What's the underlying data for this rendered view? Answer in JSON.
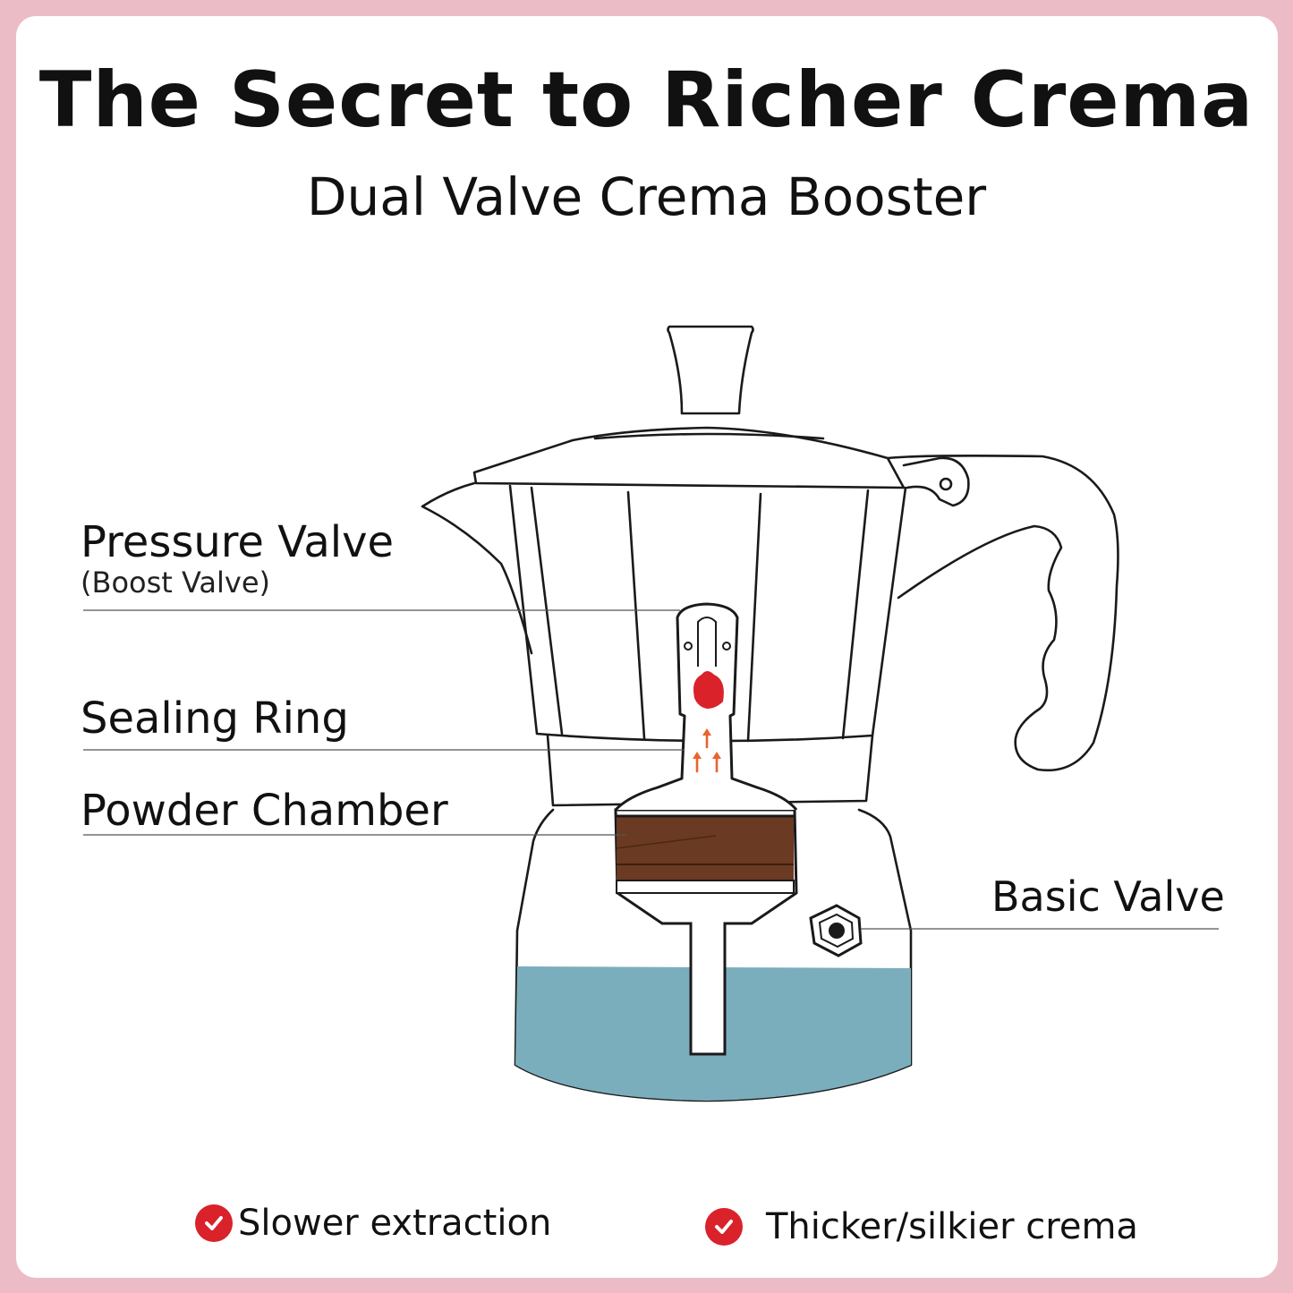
{
  "title": "The Secret to Richer Crema",
  "subtitle": "Dual Valve Crema Booster",
  "labels": {
    "pressure_valve": "Pressure Valve",
    "boost_valve": "(Boost Valve)",
    "sealing_ring": "Sealing Ring",
    "powder_chamber": "Powder Chamber",
    "basic_valve": "Basic Valve"
  },
  "benefits": [
    "Slower extraction",
    "Thicker/silkier crema"
  ],
  "colors": {
    "frame": "#ecbcc6",
    "water": "#7aaebd",
    "coffee": "#6a3a22",
    "valve": "#d9222a",
    "arrows": "#e8642c",
    "check": "#d9222a"
  },
  "icons": [
    "check-icon",
    "moka-pot-illustration",
    "basic-valve-icon"
  ]
}
